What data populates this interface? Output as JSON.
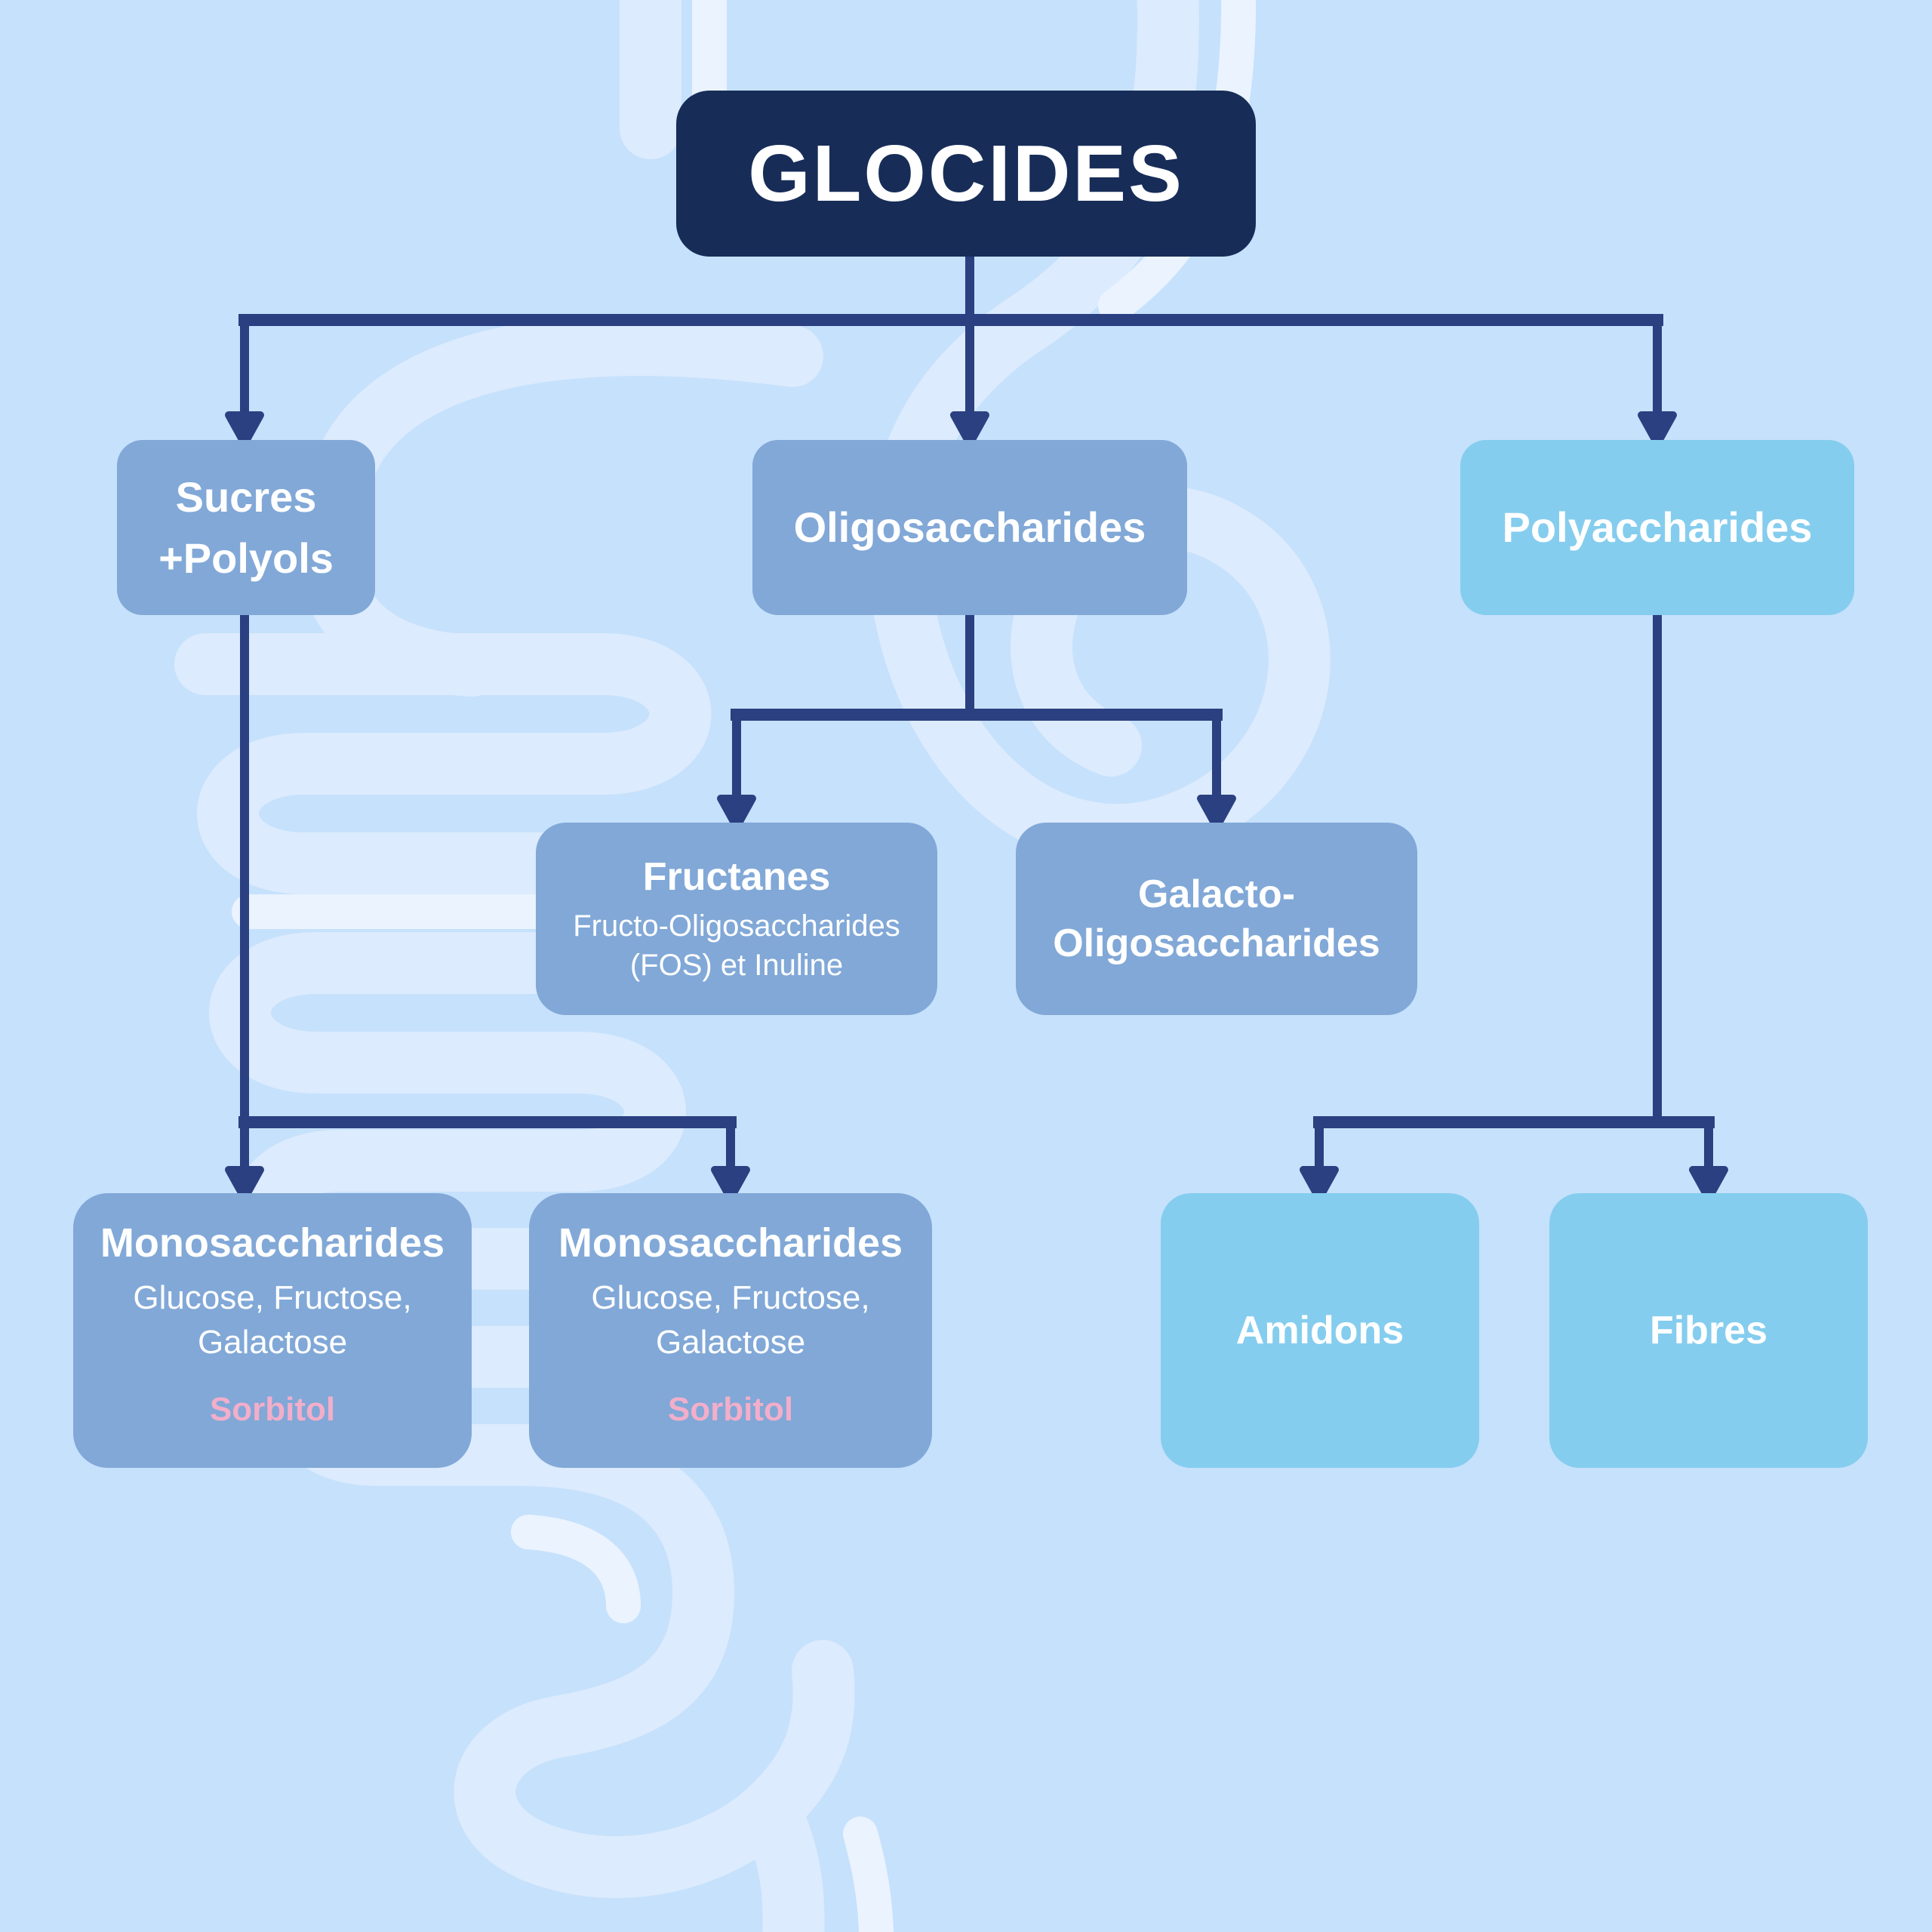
{
  "title": "GLOCIDES",
  "colors": {
    "bg": "#c6e1fc",
    "wm1": "#dcebfd",
    "wm2": "#eaf3fe",
    "box-medium": "#81a8d7",
    "box-sky": "#85cdee",
    "navy-title": "#172d58",
    "connector": "#2a4081",
    "text-white": "#ffffff",
    "pink": "#f3aeca"
  },
  "nodes": {
    "sucres": {
      "label": "Sucres\n+Polyols"
    },
    "oligosaccharides": {
      "label": "Oligosaccharides"
    },
    "polysaccharides": {
      "label": "Polyaccharides"
    },
    "fructanes": {
      "title": "Fructanes",
      "subtitle": "Fructo-Oligosaccharides\n(FOS) et Inuline"
    },
    "galacto": {
      "label": "Galacto-\nOligosaccharides"
    },
    "mono1": {
      "title": "Monosaccharides",
      "subtitle": "Glucose, Fructose,\nGalactose",
      "note": "Sorbitol"
    },
    "mono2": {
      "title": "Monosaccharides",
      "subtitle": "Glucose, Fructose,\nGalactose",
      "note": "Sorbitol"
    },
    "amidons": {
      "label": "Amidons"
    },
    "fibres": {
      "label": "Fibres"
    }
  }
}
